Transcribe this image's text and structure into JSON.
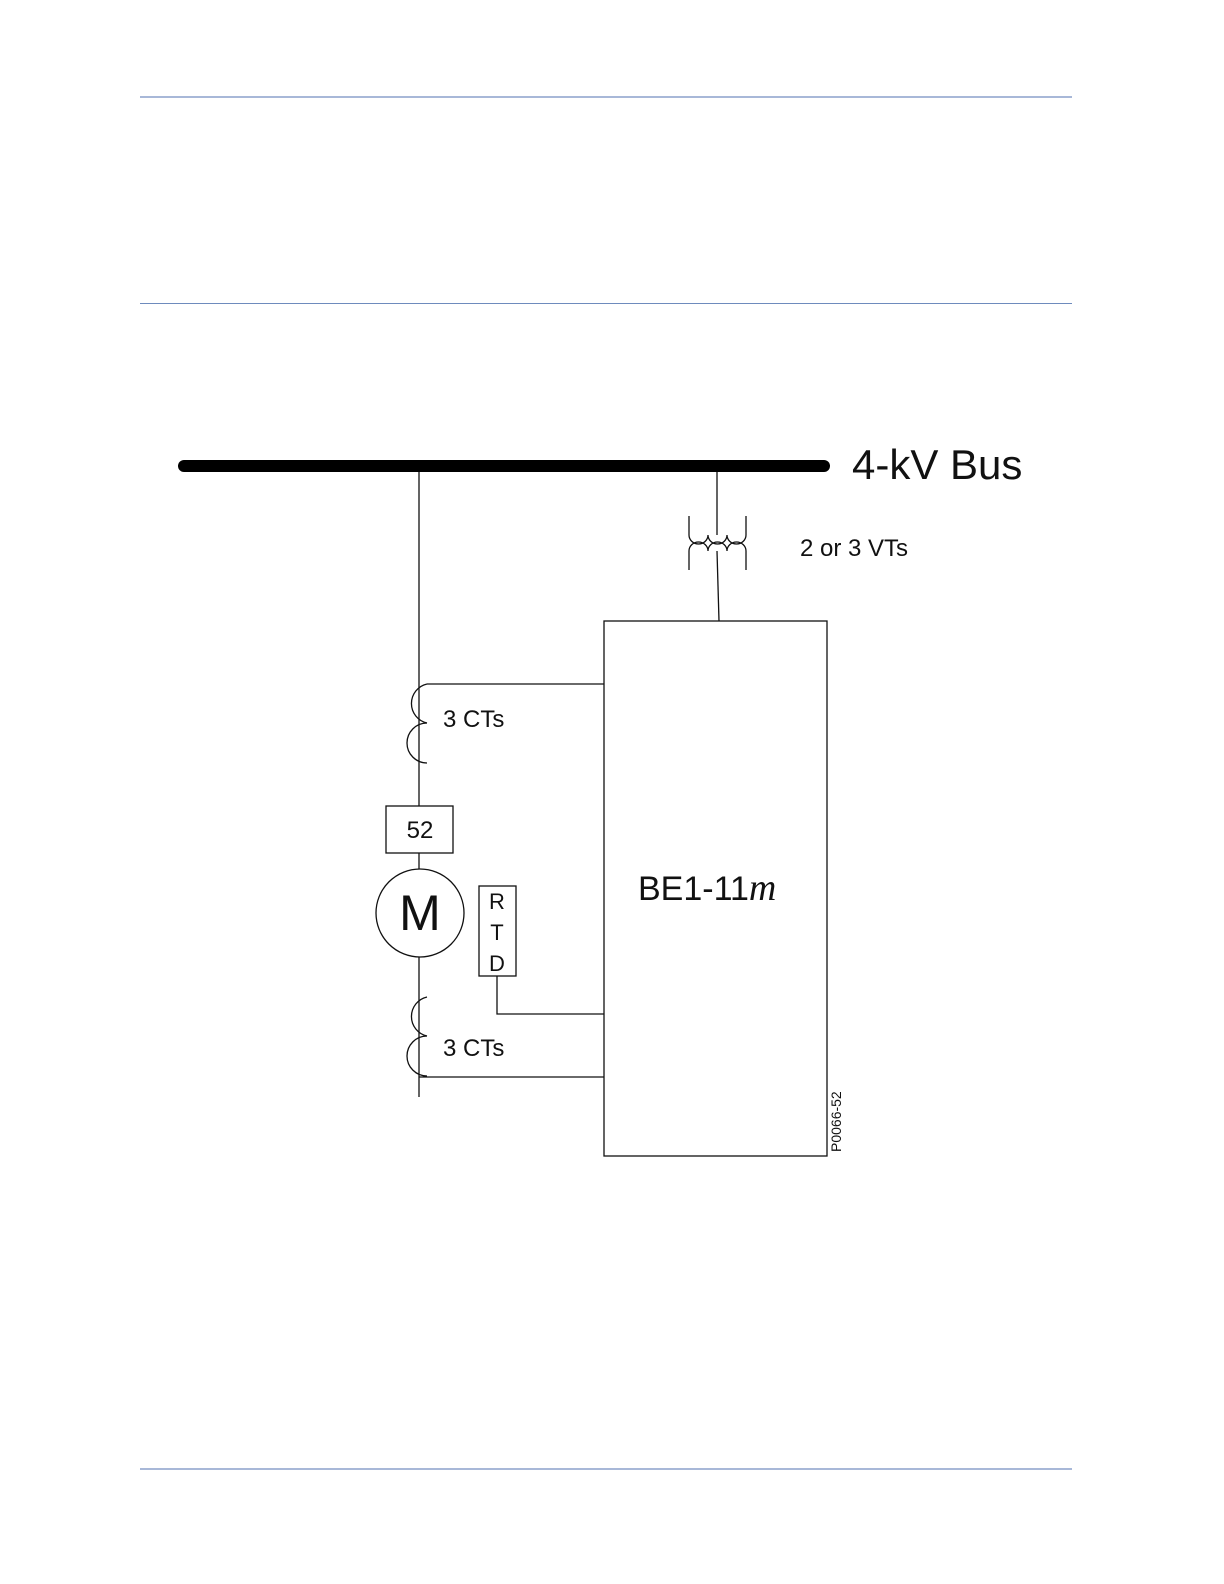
{
  "colors": {
    "rule_light": "#a8b8d8",
    "rule_mid": "#6e8bbd",
    "line": "#111111"
  },
  "diagram": {
    "bus_label": "4-kV Bus",
    "vt_label": "2 or 3 VTs",
    "ct_upper_label": "3 CTs",
    "ct_lower_label": "3 CTs",
    "breaker_label": "52",
    "motor_label": "M",
    "rtd_letters": [
      "R",
      "T",
      "D"
    ],
    "relay_label": "BE1-11",
    "relay_suffix": "m",
    "figure_id": "P0066-52"
  }
}
